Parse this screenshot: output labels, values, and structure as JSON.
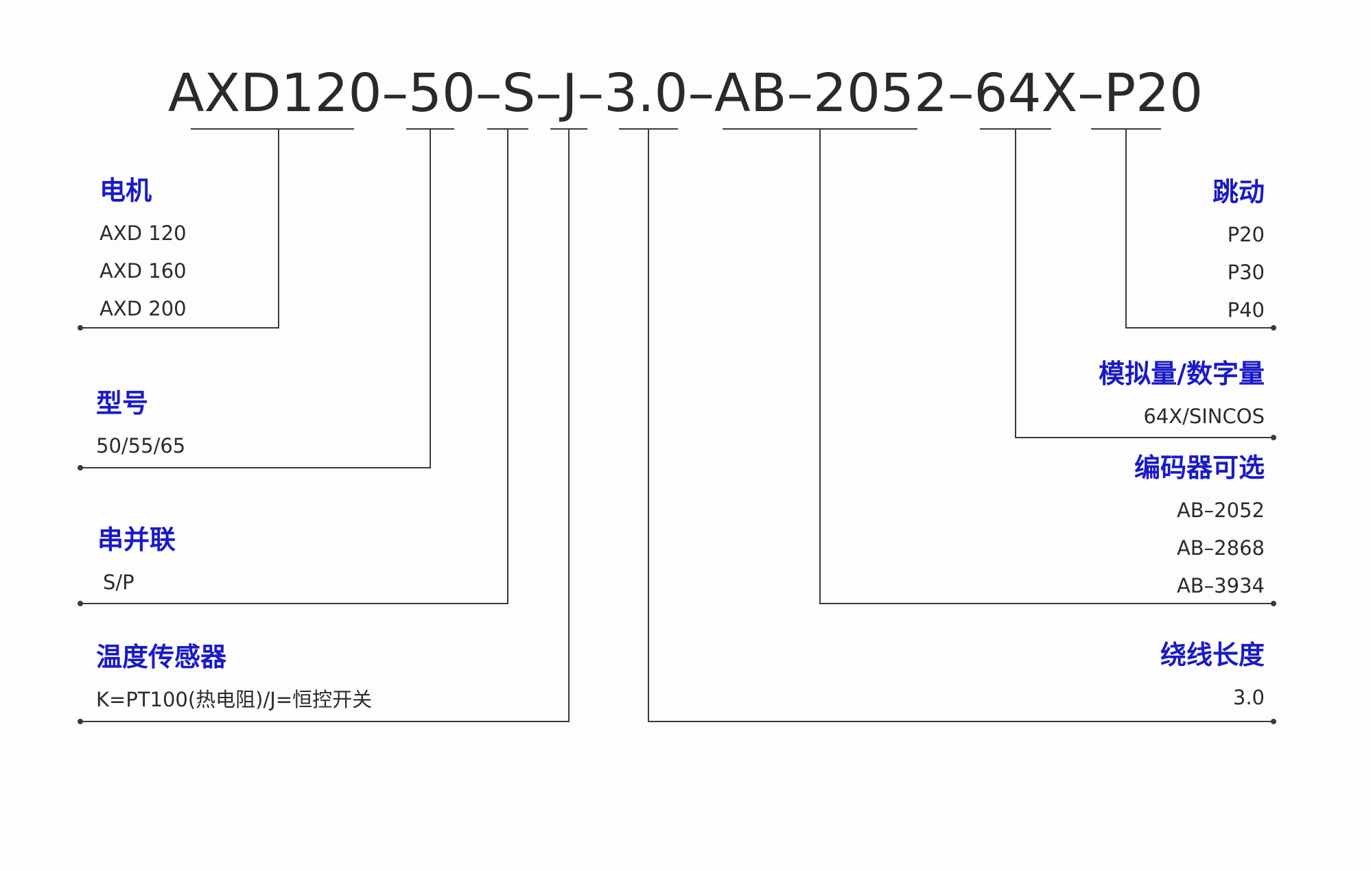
{
  "model_code": "AXD120–50–S–J–3.0–AB–2052–64X–P20",
  "colors": {
    "title": "#1a1ac8",
    "text": "#2b2b2b",
    "line": "#3a3a3a",
    "background": "#fdfdfd"
  },
  "left_groups": [
    {
      "title": "电机",
      "options": [
        "AXD 120",
        "AXD 160",
        "AXD 200"
      ]
    },
    {
      "title": "型号",
      "options": [
        "50/55/65"
      ]
    },
    {
      "title": "串并联",
      "options": [
        "S/P"
      ]
    },
    {
      "title": "温度传感器",
      "options": [
        "K=PT100(热电阻)/J=恒控开关"
      ]
    }
  ],
  "right_groups": [
    {
      "title": "跳动",
      "options": [
        "P20",
        "P30",
        "P40"
      ]
    },
    {
      "title": "模拟量/数字量",
      "options": [
        "64X/SINCOS"
      ]
    },
    {
      "title": "编码器可选",
      "options": [
        "AB–2052",
        "AB–2868",
        "AB–3934"
      ]
    },
    {
      "title": "绕线长度",
      "options": [
        "3.0"
      ]
    }
  ]
}
